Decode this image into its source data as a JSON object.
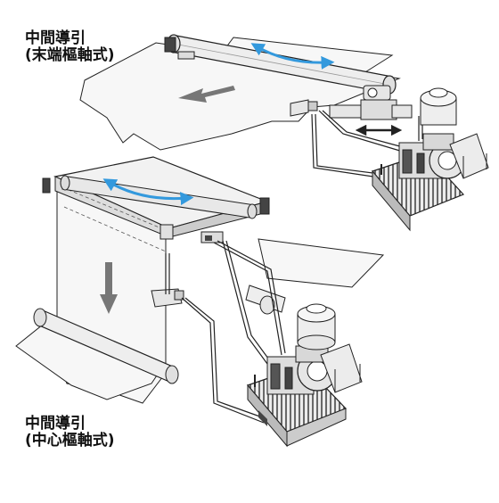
{
  "captions": {
    "top": {
      "line1": "中間導引",
      "line2": "(末端樞軸式)"
    },
    "bottom": {
      "line1": "中間導引",
      "line2": "(中心樞軸式)"
    }
  },
  "colors": {
    "pivot_arrow": "#3399dd",
    "flow_arrow": "#777777",
    "line": "#222222",
    "sheet_fill": "#f7f7f7",
    "metal_fill": "#e6e6e6",
    "dark": "#333333"
  },
  "icons": {
    "pivot_arrow": "curved-double-arrow",
    "web_direction": "straight-arrow",
    "actuator_stroke": "double-headed-arrow",
    "power_unit": "hydraulic-motor-pump-unit"
  }
}
